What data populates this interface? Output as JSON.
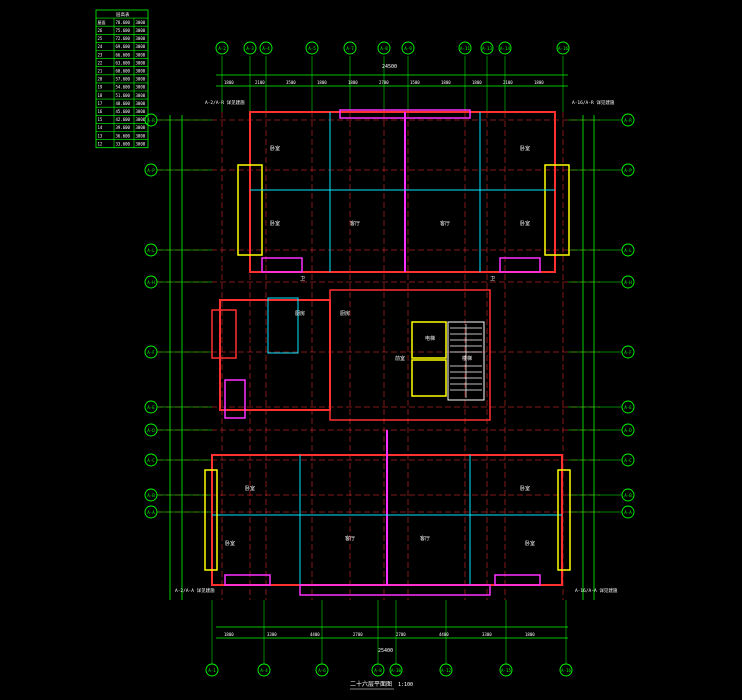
{
  "colors": {
    "background": "#000000",
    "axis": "#00ff00",
    "axis_dash": "#ff3030",
    "wall_main": "#ff3030",
    "wall_inner": "#00e5ff",
    "wall_magenta": "#ff30ff",
    "window_yellow": "#ffff00",
    "dim_text": "#ffffff",
    "room_text": "#ffffff",
    "note_text": "#ffffff",
    "table_line": "#00ff00",
    "table_text": "#ffffff"
  },
  "drawing": {
    "title": "二十六层平面图",
    "scale": "1:100"
  },
  "axis_labels": {
    "top": [
      "A-2",
      "A-3",
      "A-4",
      "A-5",
      "A-7",
      "A-8",
      "A-9",
      "A-11",
      "A-13",
      "A-14",
      "A-16"
    ],
    "bottom": [
      "A-1",
      "A-4",
      "A-6",
      "A-8",
      "A-10",
      "A-12",
      "A-15",
      "A-16"
    ],
    "left": [
      "A-R",
      "A-P",
      "A-L",
      "A-H",
      "A-F",
      "A-E",
      "A-D",
      "A-C",
      "A-B",
      "A-A"
    ],
    "right": [
      "A-R",
      "A-P",
      "A-L",
      "A-H",
      "A-F",
      "A-E",
      "A-D",
      "A-C",
      "A-B",
      "A-A"
    ]
  },
  "dimensions": {
    "top_total": "24500",
    "bottom_total": "25400",
    "top_row": [
      "1800",
      "2100",
      "3500",
      "1800",
      "1800",
      "2700",
      "1500",
      "1800",
      "1800",
      "2100",
      "1800"
    ],
    "bottom_row": [
      "1800",
      "3300",
      "4400",
      "2700",
      "2700",
      "4400",
      "3300",
      "1800"
    ]
  },
  "rooms": [
    "卧室",
    "卧室",
    "客厅",
    "客厅",
    "卧室",
    "卧室",
    "厨房",
    "厨房",
    "卫",
    "卫",
    "电梯",
    "楼梯",
    "前室",
    "卧室",
    "卧室",
    "客厅",
    "客厅",
    "卧室",
    "卧室"
  ],
  "notes": [
    "A-2/A-R 详见建施",
    "A-16/A-R 详见建施",
    "A-2/A-A 详见建施",
    "A-16/A-A 详见建施"
  ],
  "table": {
    "title": "层高表",
    "rows": [
      [
        "屋面",
        "78.600",
        "3000"
      ],
      [
        "26",
        "75.600",
        "3000"
      ],
      [
        "25",
        "72.600",
        "3000"
      ],
      [
        "24",
        "69.600",
        "3000"
      ],
      [
        "23",
        "66.600",
        "3000"
      ],
      [
        "22",
        "63.600",
        "3000"
      ],
      [
        "21",
        "60.600",
        "3000"
      ],
      [
        "20",
        "57.600",
        "3000"
      ],
      [
        "19",
        "54.600",
        "3000"
      ],
      [
        "18",
        "51.600",
        "3000"
      ],
      [
        "17",
        "48.600",
        "3000"
      ],
      [
        "16",
        "45.600",
        "3000"
      ],
      [
        "15",
        "42.600",
        "3000"
      ],
      [
        "14",
        "39.600",
        "3000"
      ],
      [
        "13",
        "36.600",
        "3000"
      ],
      [
        "12",
        "33.600",
        "3000"
      ]
    ]
  }
}
